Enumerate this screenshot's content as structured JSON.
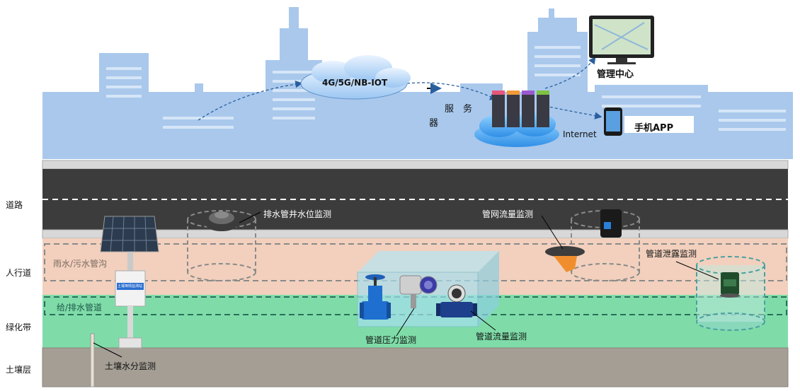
{
  "network": {
    "cloud_label": "4G/5G/NB-IOT",
    "server_label_1": "服　务",
    "server_label_2": "器",
    "internet_label": "Internet",
    "mgmt_center": "管理中心",
    "mobile_app": "手机APP"
  },
  "zones": {
    "road": "道路",
    "sidewalk": "人行道",
    "green_belt": "绿化带",
    "soil": "土壤层"
  },
  "pipes": {
    "rain_sewage": "雨水/污水管沟",
    "water_supply": "给/排水管道"
  },
  "sensors": {
    "manhole_level": "排水管井水位监测",
    "pipe_network_flow": "管网流量监测",
    "pipe_leak": "管道泄露监测",
    "pipe_pressure": "管道压力监测",
    "pipe_flow": "管道流量监测",
    "soil_moisture": "土壤水分监测",
    "station_sign": "土壤墒情监测站"
  },
  "colors": {
    "skyline": "#a9c8ec",
    "road": "#3c3c3c",
    "sidewalk": "#f2d0bd",
    "green_belt": "#7fdca8",
    "soil": "#a49e95",
    "pipe_dash": "#8a8a8a",
    "cloud": "#6fb3f0"
  }
}
